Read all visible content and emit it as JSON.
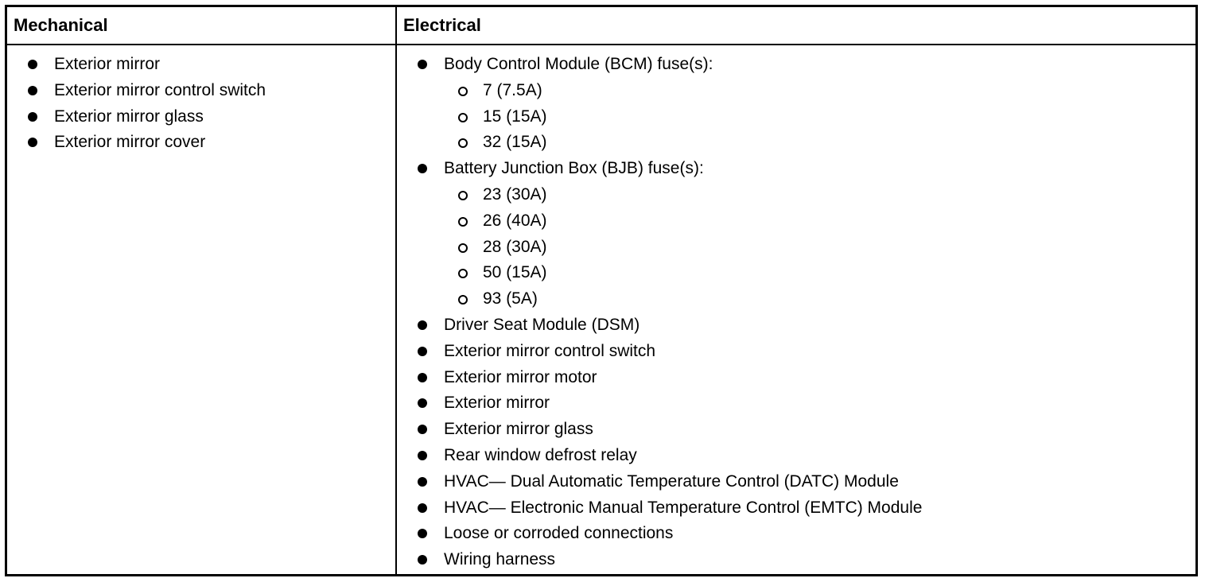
{
  "table": {
    "headers": {
      "mechanical": "Mechanical",
      "electrical": "Electrical"
    },
    "mechanical_items": [
      "Exterior mirror",
      "Exterior mirror control switch",
      "Exterior mirror glass",
      "Exterior mirror cover"
    ],
    "electrical_items": [
      {
        "level": 1,
        "text": "Body Control Module (BCM) fuse(s):"
      },
      {
        "level": 2,
        "text": "7 (7.5A)"
      },
      {
        "level": 2,
        "text": "15 (15A)"
      },
      {
        "level": 2,
        "text": "32 (15A)"
      },
      {
        "level": 1,
        "text": "Battery Junction Box (BJB) fuse(s):"
      },
      {
        "level": 2,
        "text": "23 (30A)"
      },
      {
        "level": 2,
        "text": "26 (40A)"
      },
      {
        "level": 2,
        "text": "28 (30A)"
      },
      {
        "level": 2,
        "text": "50 (15A)"
      },
      {
        "level": 2,
        "text": "93 (5A)"
      },
      {
        "level": 1,
        "text": "Driver Seat Module (DSM)"
      },
      {
        "level": 1,
        "text": "Exterior mirror control switch"
      },
      {
        "level": 1,
        "text": "Exterior mirror motor"
      },
      {
        "level": 1,
        "text": "Exterior mirror"
      },
      {
        "level": 1,
        "text": "Exterior mirror glass"
      },
      {
        "level": 1,
        "text": "Rear window defrost relay"
      },
      {
        "level": 1,
        "text": "HVAC— Dual Automatic Temperature Control (DATC) Module"
      },
      {
        "level": 1,
        "text": "HVAC— Electronic Manual Temperature Control (EMTC) Module"
      },
      {
        "level": 1,
        "text": "Loose or corroded connections"
      },
      {
        "level": 1,
        "text": "Wiring harness"
      }
    ]
  }
}
